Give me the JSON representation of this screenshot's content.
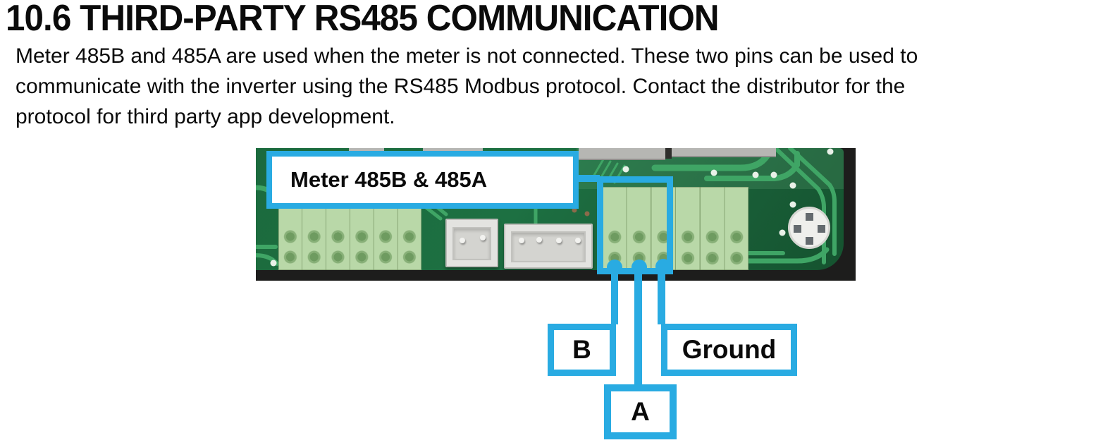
{
  "page": {
    "heading": "10.6 THIRD-PARTY RS485 COMMUNICATION",
    "paragraph_lines": [
      "Meter 485B and 485A are used when the meter is not connected. These two pins can be used to",
      "communicate with the inverter using the RS485 Modbus protocol. Contact the distributor for the",
      "protocol for third party app development."
    ]
  },
  "figure": {
    "description": "Photo of inverter PCB bottom edge with green screw-terminal blocks and white connectors; blue highlight marks the Meter 485B/485A terminal with three pins wired to labels",
    "callout_label": "Meter 485B & 485A",
    "pin_labels": {
      "b": "B",
      "ground": "Ground",
      "a": "A"
    },
    "colors": {
      "highlight_blue": "#29abe2",
      "pcb_dark": "#1b6a3d",
      "pcb_trace": "#3fa565",
      "terminal_green": "#b9d8a8",
      "via_white": "#e9f1e8"
    }
  }
}
